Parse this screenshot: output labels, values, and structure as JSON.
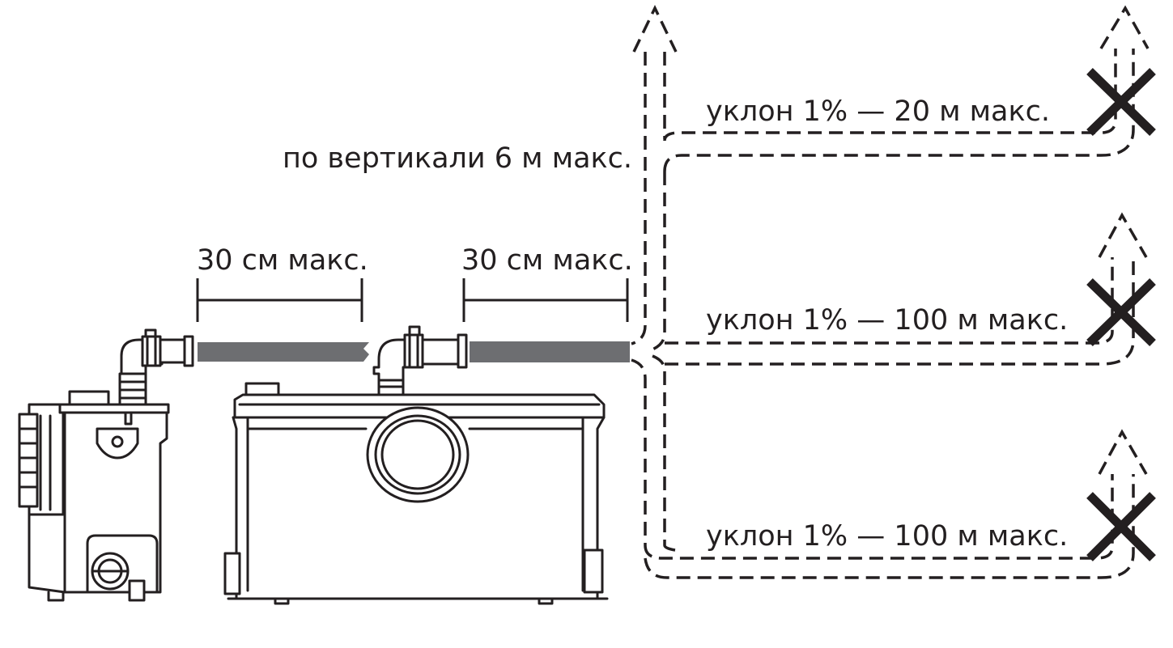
{
  "labels": {
    "vertical_max": "по вертикали 6 м макс.",
    "left_pipe_max": "30 см макс.",
    "right_pipe_max": "30 см макс.",
    "slope_top": "уклон 1% — 20 м макс.",
    "slope_middle": "уклон 1% — 100 м макс.",
    "slope_bottom": "уклон 1% — 100 м макс."
  },
  "colors": {
    "line": "#231f20",
    "pipe": "#6d6e71",
    "background": "#ffffff"
  },
  "icons": {
    "forbidden": "cross-x-icon",
    "direction": "arrow-up-icon"
  }
}
